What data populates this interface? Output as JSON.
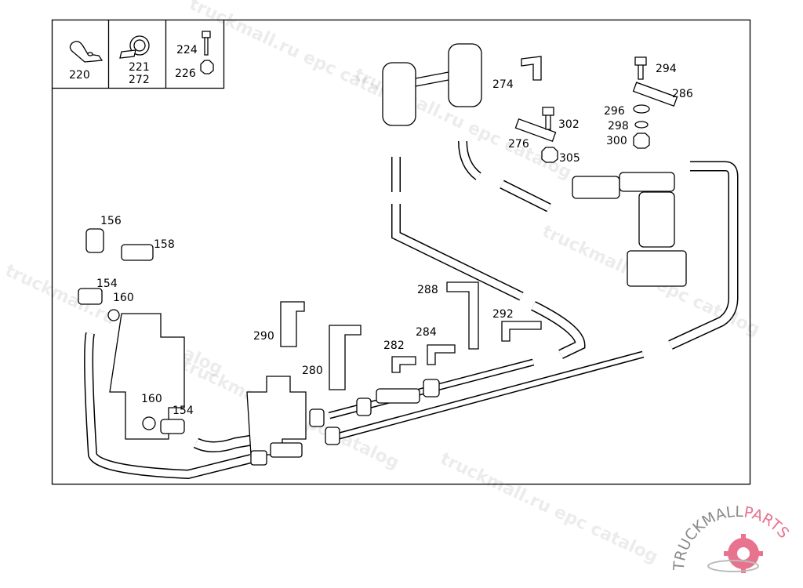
{
  "diagram": {
    "legend_box": {
      "cells": [
        {
          "labels": [
            "220"
          ],
          "icon": "pipe-clip-icon"
        },
        {
          "labels": [
            "221",
            "272"
          ],
          "icon": "hose-clamp-icon"
        },
        {
          "labels": [
            "224",
            "226"
          ],
          "icon": "bolt-and-nut-icon"
        }
      ]
    },
    "callouts": [
      "294",
      "286",
      "296",
      "298",
      "300",
      "274",
      "302",
      "276",
      "305",
      "156",
      "158",
      "154",
      "160",
      "288",
      "284",
      "292",
      "282",
      "290",
      "280",
      "160",
      "154"
    ],
    "watermark": "truckmall.ru epc catalog",
    "logo": {
      "text_main": "TRUCKMALL",
      "text_accent": "PARTS",
      "accent_color": "#e8738e",
      "main_color": "#8a8a8a"
    }
  }
}
